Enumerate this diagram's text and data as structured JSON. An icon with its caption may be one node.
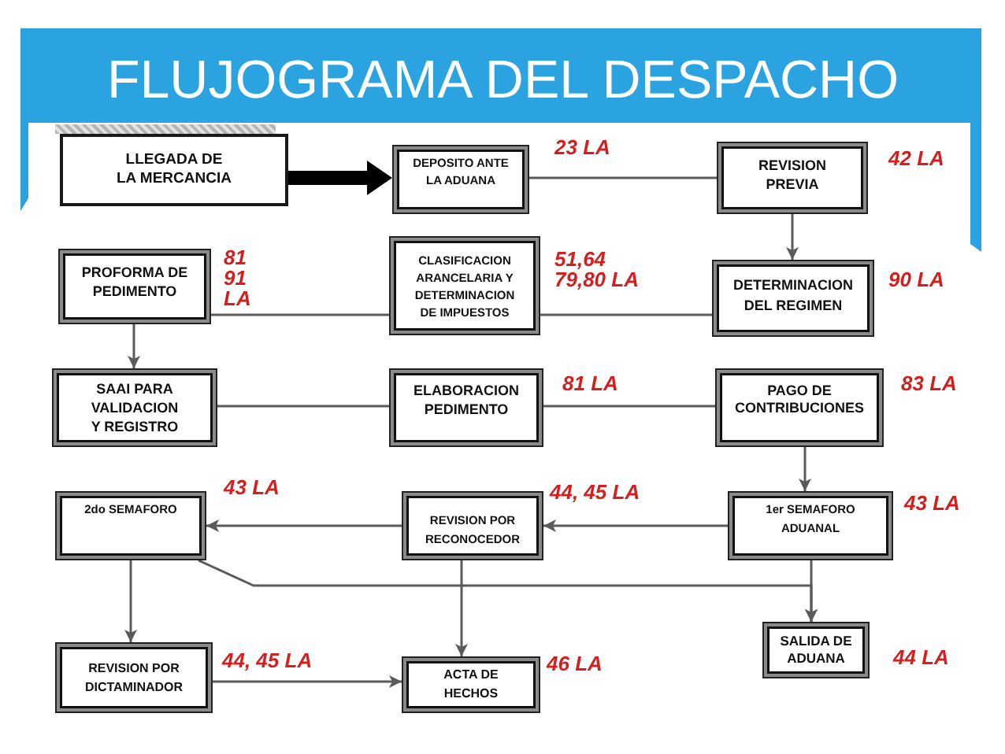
{
  "diagram": {
    "title": "FLUJOGRAMA DEL DESPACHO",
    "nodes": [
      {
        "text": [
          "LLEGADA DE LA MERCANCIA"
        ]
      },
      {
        "text": [
          "DEPOSITO ANTE LA ADUANA"
        ],
        "beside": [
          "23 LA"
        ]
      },
      {
        "text": [
          "REVISION PREVIA"
        ],
        "beside": [
          "42 LA"
        ]
      },
      {
        "text": [
          "PROFORMA DE PEDIMENTO"
        ],
        "beside": [
          "81 91 LA"
        ]
      },
      {
        "text": [
          "CLASIFICACION ARANCELARIA Y DETERMINACION DE IMPUESTOS"
        ],
        "beside": [
          "51,64 79,80 LA"
        ]
      },
      {
        "text": [
          "DETERMINACION DEL REGIMEN"
        ],
        "beside": [
          "90 LA"
        ]
      },
      {
        "text": [
          "SAAI PARA VALIDACION Y REGISTRO"
        ]
      },
      {
        "text": [
          "ELABORACION PEDIMENTO"
        ],
        "beside": [
          "81 LA"
        ]
      },
      {
        "text": [
          "PAGO DE CONTRIBUCIONES"
        ],
        "beside": [
          "83 LA"
        ]
      },
      {
        "text": [
          "2do SEMAFORO"
        ],
        "beside": [
          "43 LA"
        ]
      },
      {
        "text": [
          "REVISION POR RECONOCEDOR"
        ],
        "beside": [
          "44, 45 LA"
        ]
      },
      {
        "text": [
          "1er SEMAFORO ADUANAL"
        ],
        "beside": [
          "43 LA"
        ]
      },
      {
        "text": [
          "REVISION POR DICTAMINADOR"
        ],
        "beside": [
          "44, 45 LA"
        ]
      },
      {
        "text": [
          "ACTA DE HECHOS"
        ],
        "beside": [
          "46 LA"
        ]
      },
      {
        "text": [
          "SALIDA DE ADUANA"
        ],
        "beside": [
          "44 LA"
        ]
      }
    ],
    "edges": [
      {
        "from": 0,
        "to": 1,
        "arrow": "to",
        "style": "thick",
        "color": "#000000"
      },
      {
        "from": 1,
        "to": 2,
        "arrow": "none"
      },
      {
        "from": 2,
        "to": 5,
        "arrow": "to"
      },
      {
        "from": 5,
        "to": 4,
        "arrow": "none"
      },
      {
        "from": 4,
        "to": 3,
        "arrow": "none"
      },
      {
        "from": 3,
        "to": 6,
        "arrow": "to"
      },
      {
        "from": 6,
        "to": 7,
        "arrow": "none"
      },
      {
        "from": 7,
        "to": 8,
        "arrow": "none"
      },
      {
        "from": 8,
        "to": 11,
        "arrow": "to"
      },
      {
        "from": 11,
        "to": 10,
        "arrow": "to"
      },
      {
        "from": 10,
        "to": 9,
        "arrow": "to"
      },
      {
        "from": 9,
        "to": 12,
        "arrow": "to"
      },
      {
        "from": 10,
        "to": 13,
        "arrow": "to"
      },
      {
        "from": 12,
        "to": 13,
        "arrow": "to"
      },
      {
        "from": 11,
        "to": 14,
        "arrow": "to"
      },
      {
        "from": 9,
        "to": 14,
        "arrow": "to"
      }
    ]
  }
}
